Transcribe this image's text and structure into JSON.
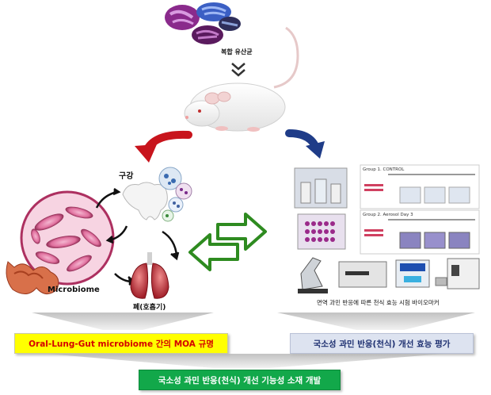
{
  "labels": {
    "probiotics": "복합 유산균",
    "oral": "구강",
    "microbiome": "Microbiome",
    "lung": "폐(호흡기)",
    "assay": "면역 과민 반응에 따른 천식 효능 시험 바이오마커",
    "group1": "Group 1. CONTROL",
    "group2": "Group 2. Aerosol Day 3"
  },
  "boxes": {
    "left": "Oral-Lung-Gut microbiome 간의 MOA 규명",
    "right": "국소성 과민 반응(천식) 개선 효능 평가",
    "bottom": "국소성 과민 반응(천식) 개선 기능성 소재 개발"
  },
  "colors": {
    "left_box_bg": "#ffff00",
    "left_box_text": "#d40000",
    "right_box_bg": "#dde3f0",
    "right_box_text": "#1d2f70",
    "bottom_box_bg": "#12a84a",
    "red_arrow": "#c8141c",
    "blue_arrow": "#1f3c88",
    "green_arrow": "#2e8b20"
  }
}
